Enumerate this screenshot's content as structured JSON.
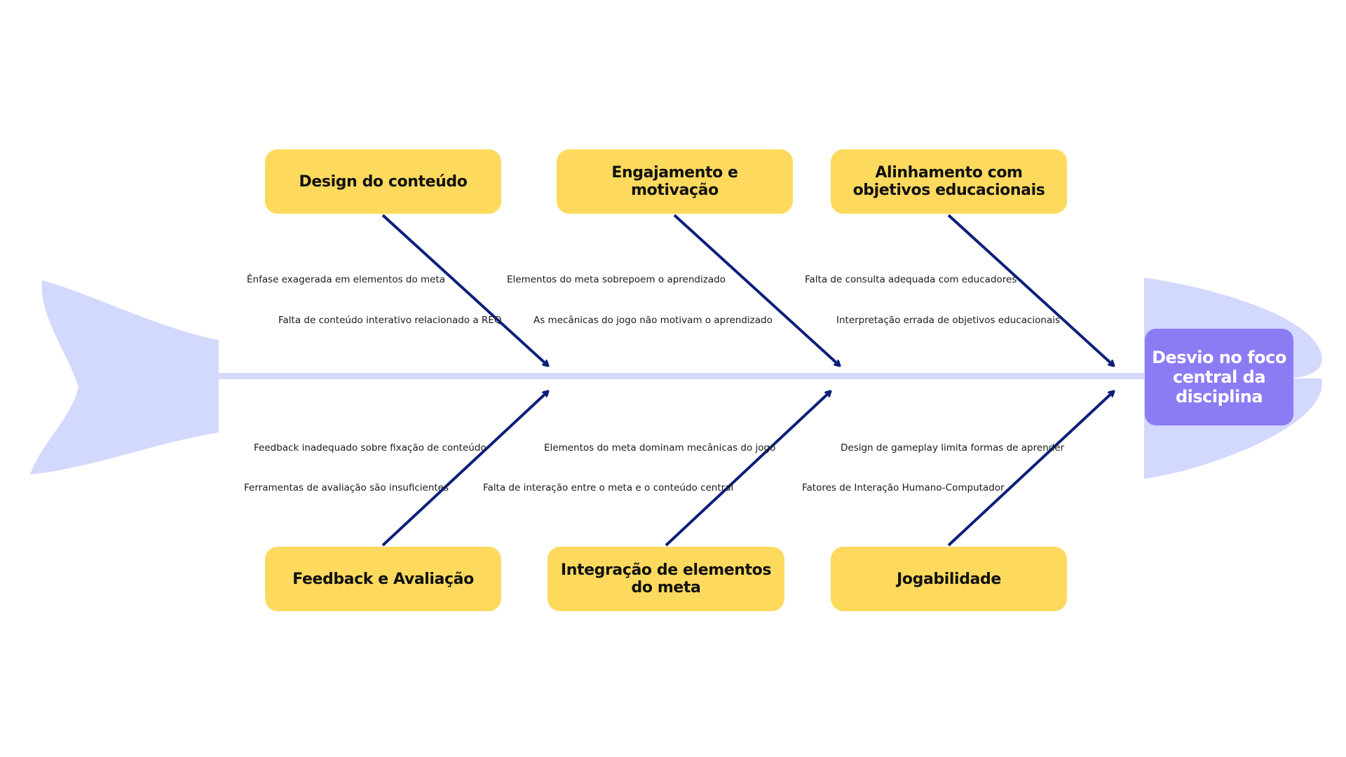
{
  "head": {
    "label": "Desvio no foco central da disciplina"
  },
  "categories": [
    {
      "label": "Design do conteúdo",
      "causes": [
        "Ênfase exagerada em elementos do meta",
        "Falta de conteúdo interativo relacionado a REQ"
      ]
    },
    {
      "label": "Engajamento e motivação",
      "causes": [
        "Elementos do meta sobrepoem o aprendizado",
        "As mecânicas do jogo não motivam o aprendizado"
      ]
    },
    {
      "label": "Alinhamento com objetivos educacionais",
      "causes": [
        "Falta de consulta adequada com educadores",
        "Interpretação errada de objetivos educacionais"
      ]
    },
    {
      "label": "Feedback e Avaliação",
      "causes": [
        "Feedback inadequado sobre fixação de conteúdo",
        "Ferramentas de avaliação são insuficientes"
      ]
    },
    {
      "label": "Integração de elementos do meta",
      "causes": [
        "Elementos do meta dominam mecânicas do jogo",
        "Falta de interação entre o meta e o conteúdo central"
      ]
    },
    {
      "label": "Jogabilidade",
      "causes": [
        "Design de gameplay limita formas de aprender",
        "Fatores de Interação Humano-Computador"
      ]
    }
  ],
  "colors": {
    "fish_body": "#D3D8FD",
    "category_fill": "#FDDA5D",
    "head_fill": "#8C7CF4",
    "arrow": "#0C1F7A"
  }
}
